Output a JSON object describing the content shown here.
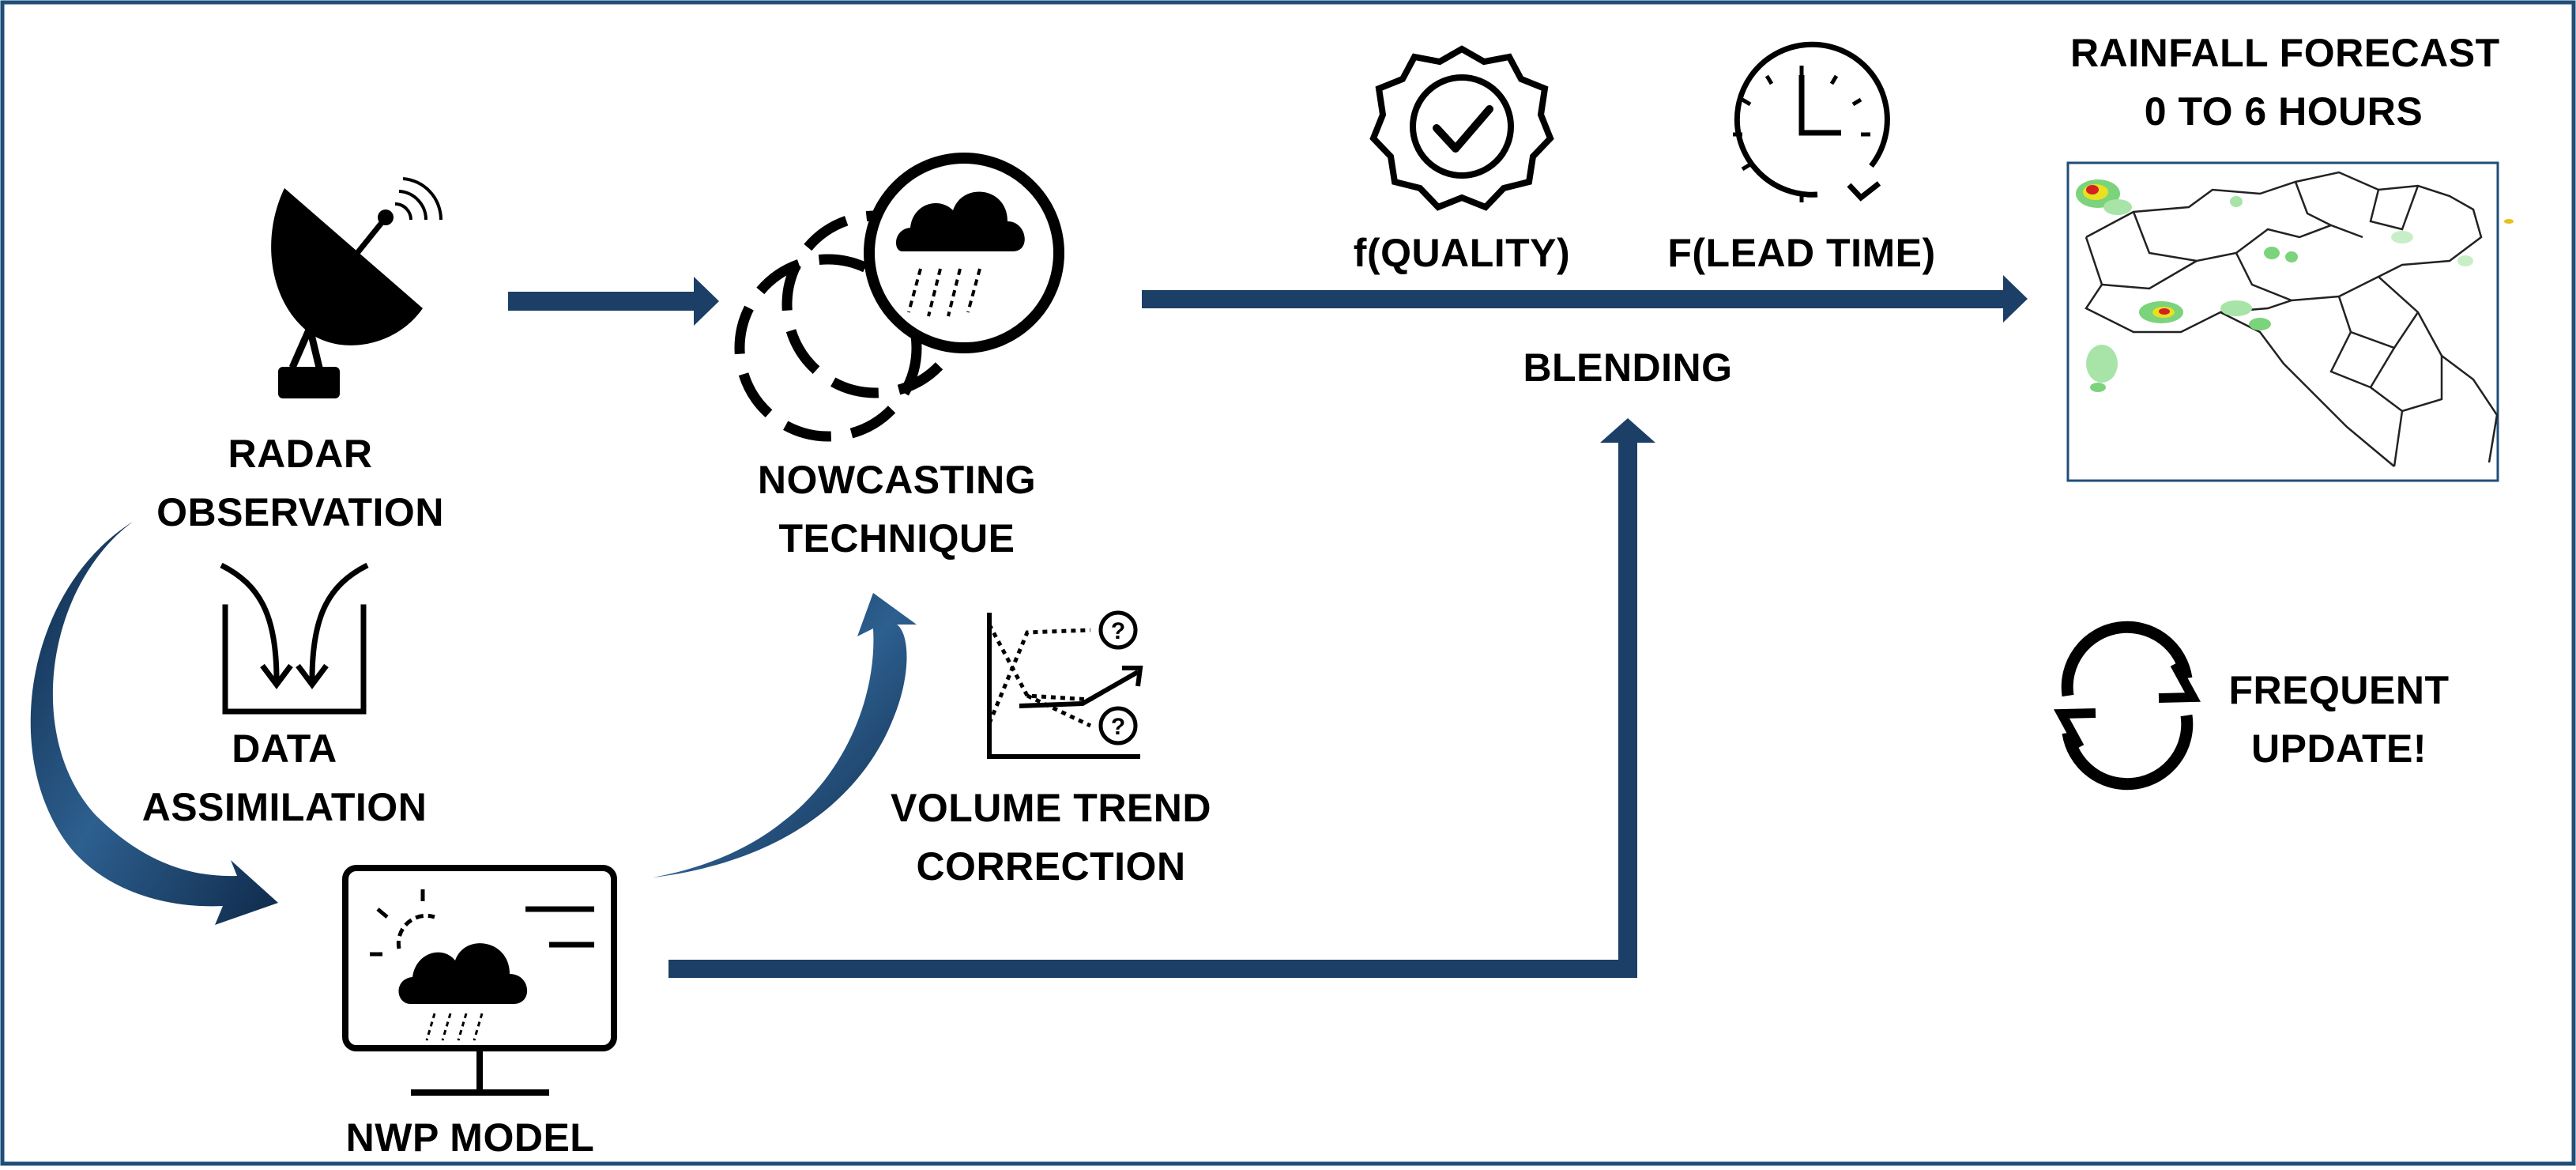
{
  "labels": {
    "radar_line1": "RADAR",
    "radar_line2": "OBSERVATION",
    "data_line1": "DATA",
    "data_line2": "ASSIMILATION",
    "nowcast_line1": "NOWCASTING",
    "nowcast_line2": "TECHNIQUE",
    "volume_line1": "VOLUME TREND",
    "volume_line2": "CORRECTION",
    "nwp": "NWP MODEL",
    "quality": "f(QUALITY)",
    "lead_time": "F(LEAD TIME)",
    "blending": "BLENDING",
    "forecast_line1": "RAINFALL FORECAST",
    "forecast_line2": "0 TO 6 HOURS",
    "update_line1": "FREQUENT",
    "update_line2": "UPDATE!"
  },
  "icons": {
    "radar": "radar-dish-icon",
    "assimilation": "data-assimilation-icon",
    "nowcasting": "nowcasting-cloud-icon",
    "trend": "trend-chart-icon",
    "nwp": "computer-weather-icon",
    "quality": "quality-badge-icon",
    "lead_time": "clock-icon",
    "update": "refresh-icon",
    "map": "rainfall-map"
  },
  "colors": {
    "arrow": "#1b3f66",
    "border": "#1f4e79",
    "rain_light": "#7bd37b",
    "rain_heavy": "#d42020",
    "rain_mid": "#e8e020"
  }
}
